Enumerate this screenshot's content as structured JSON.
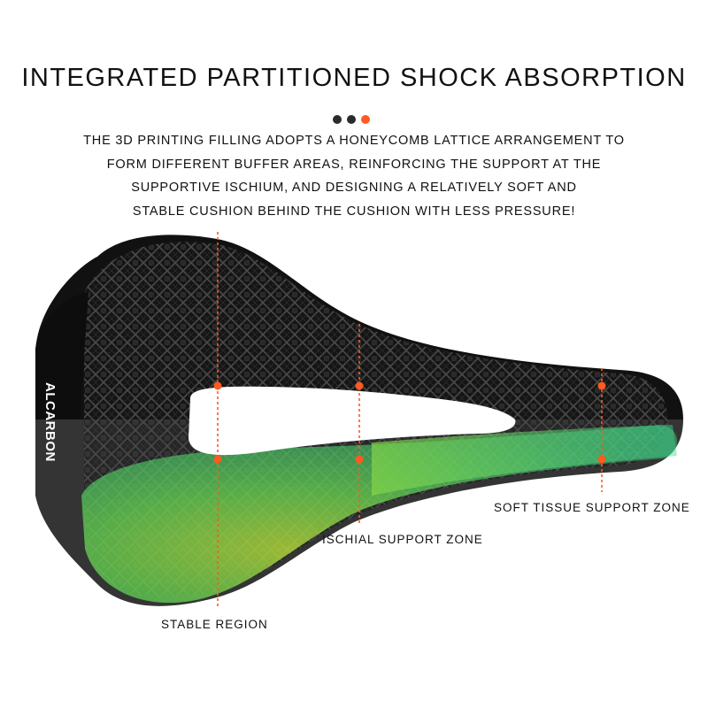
{
  "title": "INTEGRATED PARTITIONED SHOCK ABSORPTION",
  "description_lines": [
    "THE 3D PRINTING FILLING ADOPTS A HONEYCOMB LATTICE ARRANGEMENT TO",
    "FORM DIFFERENT BUFFER AREAS, REINFORCING THE SUPPORT AT THE",
    "SUPPORTIVE ISCHIUM, AND DESIGNING A RELATIVELY SOFT AND",
    "STABLE CUSHION BEHIND THE CUSHION WITH LESS PRESSURE!"
  ],
  "indicator_dots": [
    "#2b2b2b",
    "#2b2b2b",
    "#ff5a1f"
  ],
  "brand": "ALCARBON",
  "zones": {
    "soft_tissue": "SOFT TISSUE SUPPORT ZONE",
    "ischial": "ISCHIAL SUPPORT ZONE",
    "stable": "STABLE REGION"
  },
  "colors": {
    "accent": "#ff5a1f",
    "saddle": "#141414",
    "lattice": "#3a3a3a",
    "gel_green": "#3fd46a",
    "gel_yellow": "#a8d63a"
  }
}
